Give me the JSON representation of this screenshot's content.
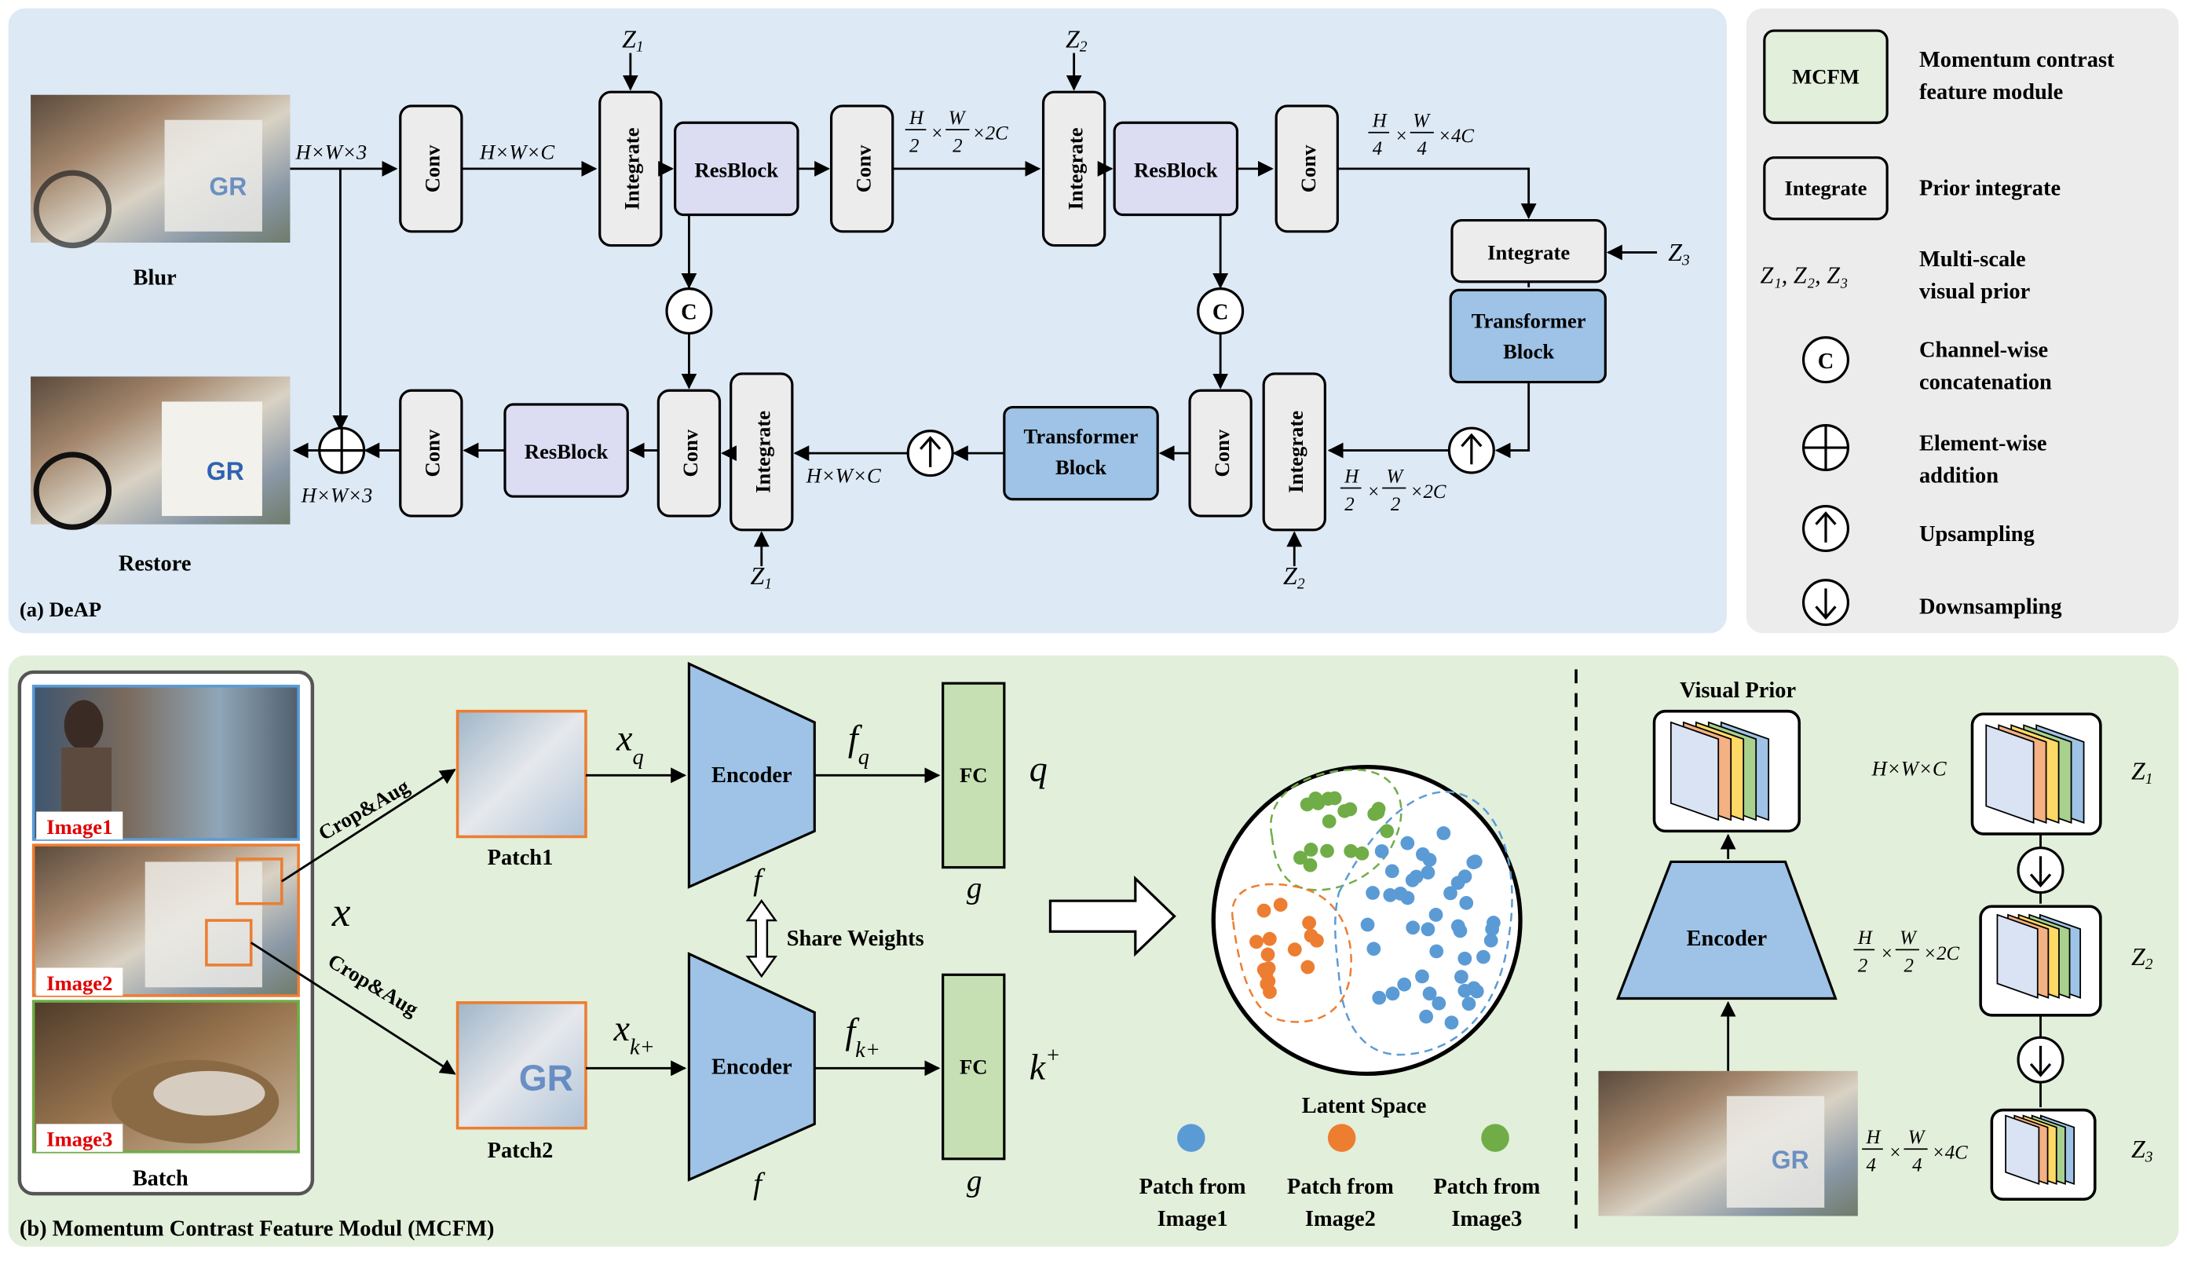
{
  "deap": {
    "caption": "(a) DeAP",
    "blur_label": "Blur",
    "restore_label": "Restore",
    "conv": "Conv",
    "integrate": "Integrate",
    "resblock": "ResBlock",
    "transformer_1": "Transformer",
    "transformer_2": "Block",
    "concat": "C",
    "z1": "Z",
    "z2": "Z",
    "z3": "Z",
    "dims": {
      "hw3": "H×W×3",
      "hwc": "H×W×C",
      "x2c": "×2C",
      "x4c": "×4C",
      "h": "H",
      "w": "W",
      "two": "2",
      "four": "4",
      "times": "×"
    }
  },
  "legend": {
    "mcfm_abbr": "MCFM",
    "mcfm_1": "Momentum contrast",
    "mcfm_2": "feature module",
    "integrate_abbr": "Integrate",
    "integrate_desc": "Prior integrate",
    "prior_symbol": "Z₁, Z₂, Z₃",
    "prior_1": "Multi-scale",
    "prior_2": "visual prior",
    "concat_1": "Channel-wise",
    "concat_2": "concatenation",
    "add_1": "Element-wise",
    "add_2": "addition",
    "up": "Upsampling",
    "down": "Downsampling"
  },
  "mcfm": {
    "caption": "(b) Momentum Contrast Feature Modul (MCFM)",
    "batch_label": "Batch",
    "image1": "Image1",
    "image2": "Image2",
    "image3": "Image3",
    "crop_aug": "Crop&Aug",
    "x": "x",
    "patch1": "Patch1",
    "patch2": "Patch2",
    "xq": "x",
    "xq_sub": "q",
    "xk": "x",
    "xk_sub": "k+",
    "encoder": "Encoder",
    "f": "f",
    "fq_sub": "q",
    "fk_sub": "k+",
    "fc": "FC",
    "g": "g",
    "q": "q",
    "k": "k",
    "k_sup": "+",
    "share_weights": "Share Weights",
    "latent_space": "Latent Space",
    "patch_from": "Patch from",
    "img1": "Image1",
    "img2": "Image2",
    "img3": "Image3",
    "visual_prior": "Visual Prior"
  },
  "colors": {
    "panel_a": "#dde9f5",
    "panel_legend": "#ececec",
    "panel_b": "#e2efda",
    "box_gray": "#ececec",
    "resblock": "#dcdcf2",
    "transformer": "#9ec3e6",
    "encoder": "#9ec3e6",
    "fc": "#c6e0b4",
    "dot_blue": "#5b9bd5",
    "dot_orange": "#ed7d31",
    "dot_green": "#70ad47",
    "red_label": "#e00000"
  }
}
